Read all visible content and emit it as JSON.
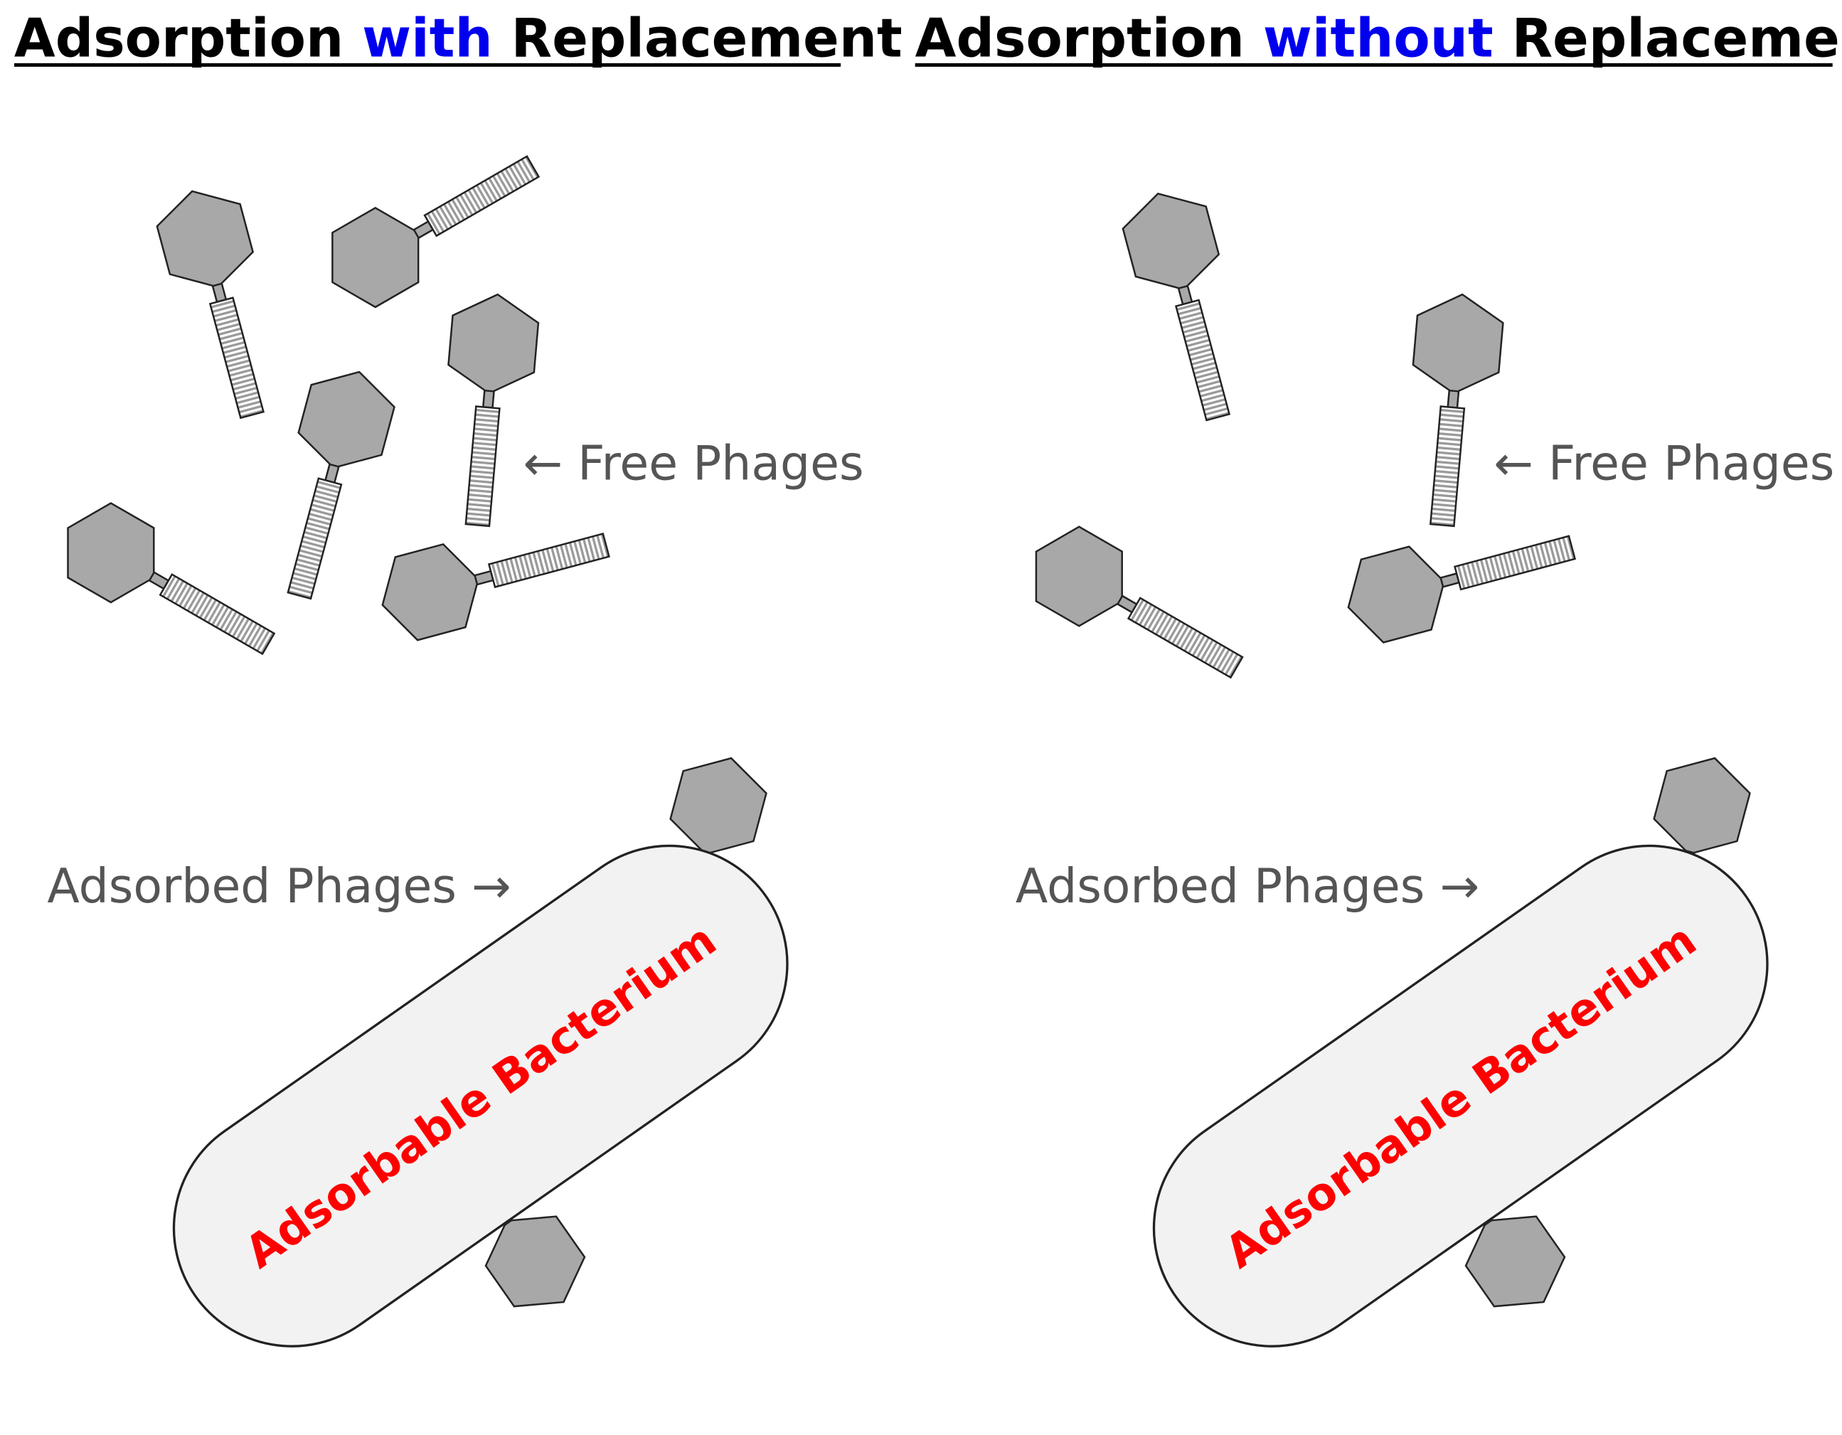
{
  "panels": [
    {
      "id": "with",
      "title": {
        "pre": "Adsorption ",
        "highlight": "with",
        "post": " Replacement"
      },
      "free_label": "Free Phages",
      "adsorbed_label": "Adsorbed Phages",
      "bacterium_label": "Adsorbable Bacterium"
    },
    {
      "id": "without",
      "title": {
        "pre": "Adsorption ",
        "highlight": "without",
        "post": " Replacement"
      },
      "free_label": "Free Phages",
      "adsorbed_label": "Adsorbed Phages",
      "bacterium_label": "Adsorbable Bacterium"
    }
  ],
  "arrows": {
    "left": "←",
    "right": "→"
  },
  "colors": {
    "title": "#000000",
    "highlight": "#0000ee",
    "label": "#555555",
    "bacterium_text": "#ff0000",
    "bacterium_fill": "#f2f2f2",
    "phage_head": "#a8a8a8",
    "outline": "#222222"
  },
  "icons": [
    "phage-icon",
    "bacterium-icon",
    "arrow-left-icon",
    "arrow-right-icon"
  ]
}
